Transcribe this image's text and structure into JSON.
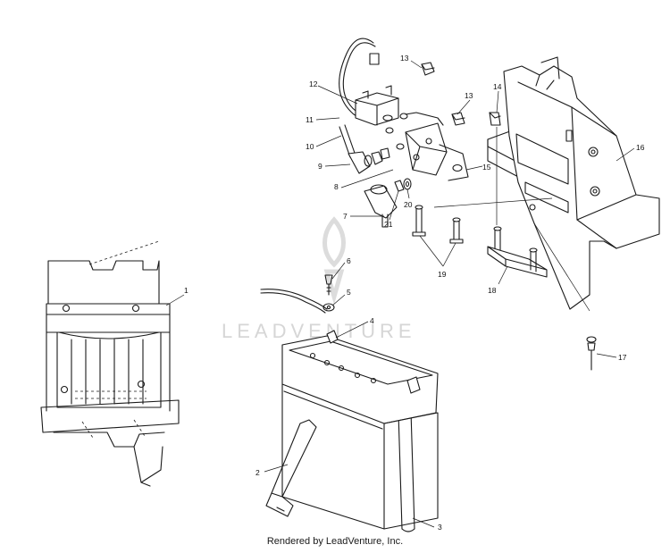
{
  "callouts": [
    "1",
    "2",
    "3",
    "4",
    "5",
    "6",
    "7",
    "8",
    "9",
    "10",
    "11",
    "12",
    "13",
    "13",
    "14",
    "15",
    "16",
    "17",
    "18",
    "19",
    "20",
    "21"
  ],
  "watermark": {
    "brand": "LEADVENTURE",
    "icon": "flame-logo-icon"
  },
  "footer": "Rendered by LeadVenture, Inc."
}
